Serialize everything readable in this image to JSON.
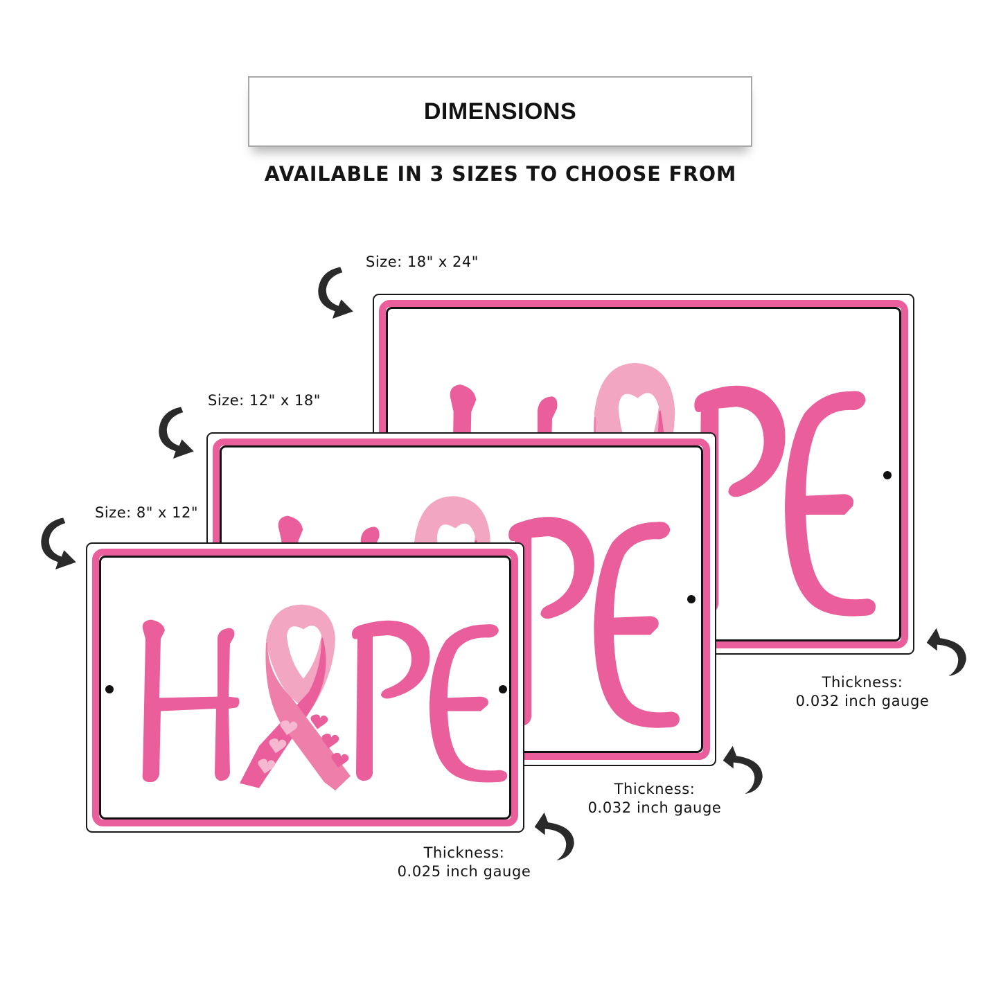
{
  "header": {
    "title": "DIMENSIONS",
    "subtitle": "AVAILABLE IN 3 SIZES TO CHOOSE FROM"
  },
  "sign_text": "HOPE",
  "colors": {
    "accent_pink": "#ea5f9b",
    "ribbon_light": "#f2a6c2",
    "ribbon_mid": "#ee7fa9",
    "border_black": "#111111"
  },
  "sizes": [
    {
      "size_label": "Size: 18\" x 24\"",
      "thickness_label": "Thickness:",
      "gauge_label": "0.032 inch gauge"
    },
    {
      "size_label": "Size: 12\" x 18\"",
      "thickness_label": "Thickness:",
      "gauge_label": "0.032 inch gauge"
    },
    {
      "size_label": "Size: 8\" x 12\"",
      "thickness_label": "Thickness:",
      "gauge_label": "0.025 inch gauge"
    }
  ]
}
